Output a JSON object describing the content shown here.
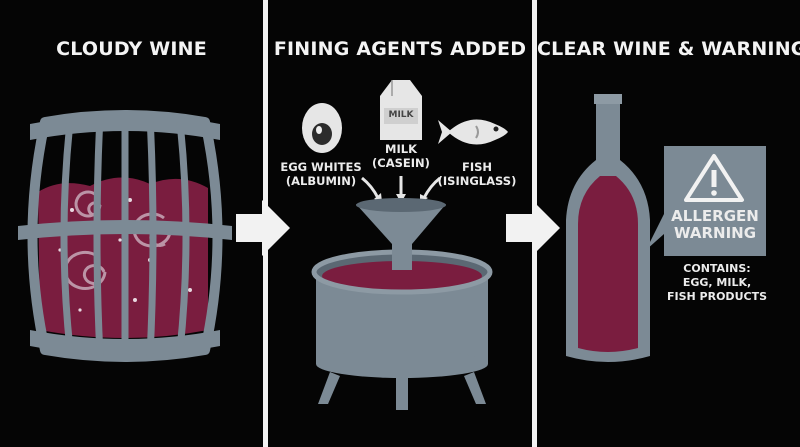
{
  "panels": [
    {
      "title": "CLOUDY WINE"
    },
    {
      "title": "FINING AGENTS ADDED"
    },
    {
      "title": "CLEAR WINE & WARNING"
    }
  ],
  "agents": {
    "egg": {
      "line1": "EGG WHITES",
      "line2": "(ALBUMIN)"
    },
    "milk": {
      "line1": "MILK",
      "line2": "(CASEIN)",
      "carton": "MILK"
    },
    "fish": {
      "line1": "FISH",
      "line2": "(ISINGLASS)"
    }
  },
  "warning": {
    "line1": "ALLERGEN",
    "line2": "WARNING",
    "contains": [
      "CONTAINS:",
      "EGG, MILK,",
      "FISH PRODUCTS"
    ]
  },
  "colors": {
    "wine": "#7a1d3f",
    "wine_dark": "#5a1530",
    "metal": "#7c8a95",
    "metal_dark": "#5b6873",
    "text": "#f2f2f2"
  }
}
